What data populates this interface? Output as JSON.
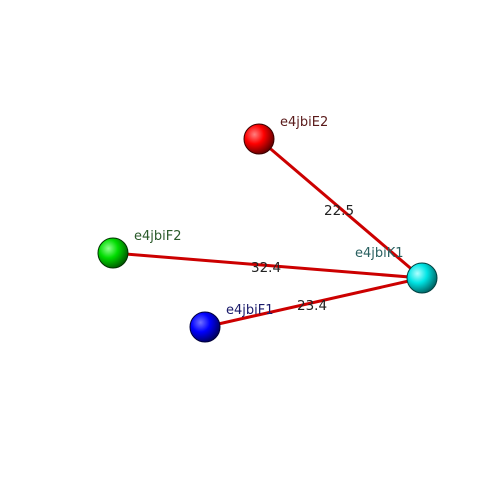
{
  "nodes": [
    {
      "id": "e4jbiE2",
      "label": "e4jbiE2",
      "color": "#ff0000",
      "label_color": "#5a1a1a"
    },
    {
      "id": "e4jbiF2",
      "label": "e4jbiF2",
      "color": "#00dd00",
      "label_color": "#2a5a2a"
    },
    {
      "id": "e4jbiF1",
      "label": "e4jbiF1",
      "color": "#0000ff",
      "label_color": "#1a1a6a"
    },
    {
      "id": "e4jbiK1",
      "label": "e4jbiK1",
      "color": "#00e5e5",
      "label_color": "#2a6060"
    }
  ],
  "edges": [
    {
      "from": "e4jbiE2",
      "to": "e4jbiK1",
      "label": "22.5"
    },
    {
      "from": "e4jbiF2",
      "to": "e4jbiK1",
      "label": "32.4"
    },
    {
      "from": "e4jbiF1",
      "to": "e4jbiK1",
      "label": "23.4"
    }
  ],
  "edge_color": "#cc0000"
}
